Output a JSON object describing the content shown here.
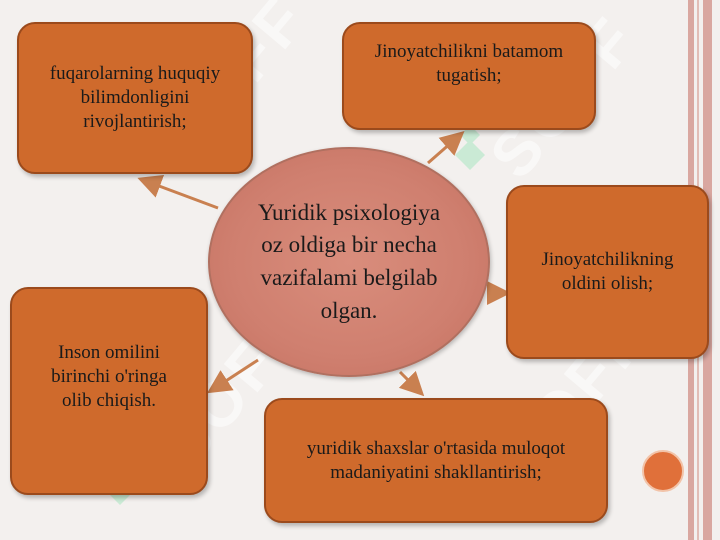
{
  "center": {
    "text": "Yuridik psixologiya oz oldiga bir necha vazifalami belgilab olgan."
  },
  "boxes": {
    "top_left": "fuqarolarning huquqiy bilimdonligini rivojlantirish;",
    "top_right": "Jinoyatchilikni batamom tugatish;",
    "right": "Jinoyatchilikning oldini olish;",
    "left": "Inson omilini birinchi o'ringa olib chiqish.",
    "bottom": "yuridik shaxslar o'rtasida muloqot madaniyatini shakllantirish;"
  },
  "watermark": "SOFF",
  "colors": {
    "box_fill": "#cf6a2c",
    "center_fill": "#d98d7c",
    "arrow": "#c98050",
    "background": "#f3f0ee"
  }
}
